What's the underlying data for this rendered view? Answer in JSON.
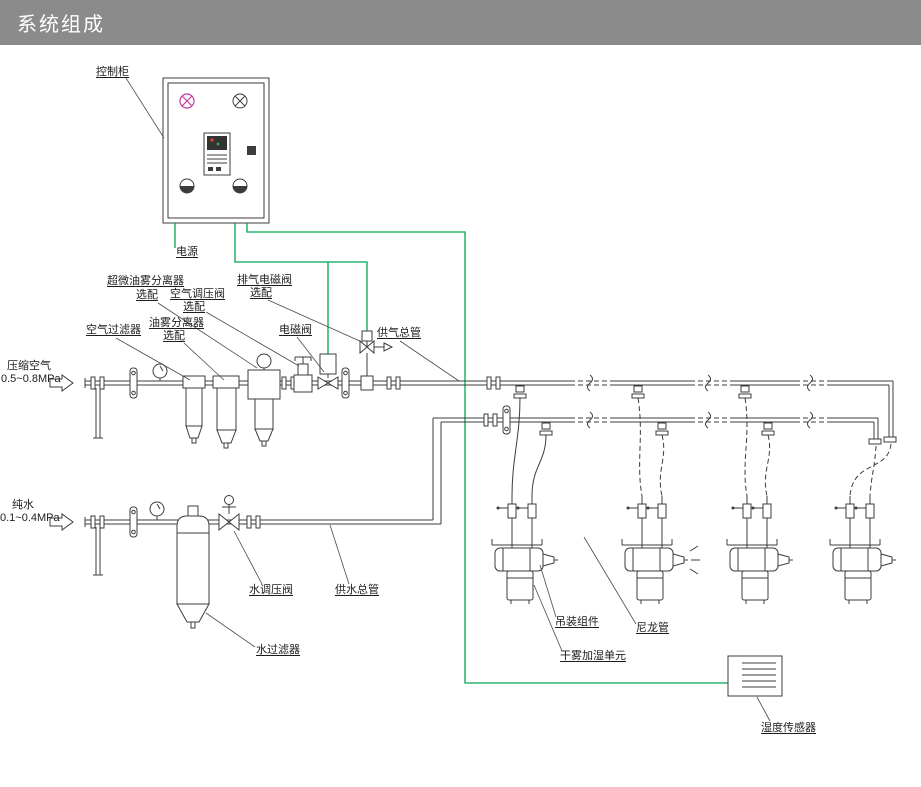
{
  "header": {
    "title": "系统组成"
  },
  "inlets": {
    "compressed_air": {
      "name": "压缩空气",
      "pressure": "0.5~0.8MPa"
    },
    "pure_water": {
      "name": "纯水",
      "pressure": "0.1~0.4MPa"
    }
  },
  "callouts": {
    "control_cabinet": "控制柜",
    "power": "电源",
    "ultrafine_oil_separator": "超微油雾分离器",
    "ultrafine_oil_separator_note": "选配",
    "air_pressure_regulator": "空气调压阀",
    "air_pressure_regulator_note": "选配",
    "exhaust_solenoid_valve": "排气电磁阀",
    "exhaust_solenoid_valve_note": "选配",
    "air_filter": "空气过滤器",
    "oil_mist_separator": "油雾分离器",
    "oil_mist_separator_note": "选配",
    "solenoid_valve": "电磁阀",
    "air_supply_main": "供气总管",
    "water_pressure_regulator": "水调压阀",
    "water_supply_main": "供水总管",
    "water_filter": "水过滤器",
    "hoisting_assembly": "吊装组件",
    "nylon_tube": "尼龙管",
    "dry_fog_humidifier_unit": "干雾加湿单元",
    "humidity_sensor": "湿度传感器"
  },
  "colors": {
    "header_bg": "#8b8b8b",
    "header_text": "#ffffff",
    "diagram_line": "#3c3c3c",
    "signal_wire_green": "#00a651",
    "indicator_magenta": "#c0399f"
  }
}
